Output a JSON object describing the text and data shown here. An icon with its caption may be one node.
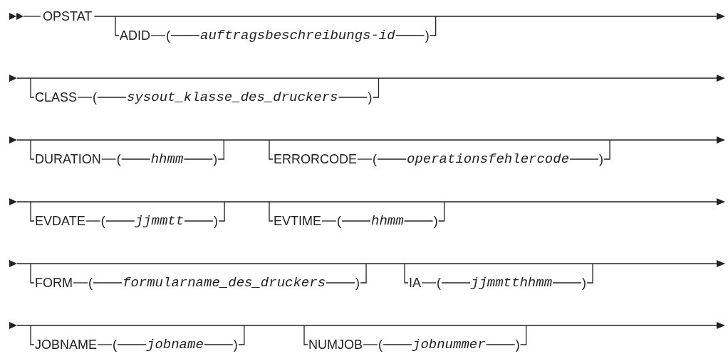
{
  "diagram": {
    "labels": [
      "OPSTAT",
      "ADID",
      "(",
      "auftragsbeschreibungs-id",
      ")",
      "CLASS",
      "(",
      "sysout_klasse_des_druckers",
      ")",
      "DURATION",
      "(",
      "hhmm",
      ")",
      "ERRORCODE",
      "(",
      "operationsfehlercode",
      ")",
      "EVDATE",
      "(",
      "jjmmtt",
      ")",
      "EVTIME",
      "(",
      "hhmm",
      ")",
      "FORM",
      "(",
      "formularname_des_druckers",
      ")",
      "IA",
      "(",
      "jjmmtthhmm",
      ")",
      "JOBNAME",
      "(",
      "jobname",
      ")",
      "NUMJOB",
      "(",
      "jobnummer",
      ")"
    ]
  }
}
